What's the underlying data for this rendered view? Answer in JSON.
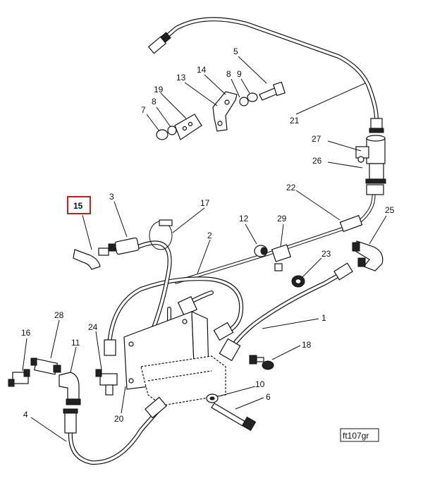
{
  "diagram": {
    "code": "ft107gr",
    "highlight_label": "15",
    "callouts": [
      {
        "id": "c5",
        "label": "5"
      },
      {
        "id": "c14",
        "label": "14"
      },
      {
        "id": "c8a",
        "label": "8"
      },
      {
        "id": "c9",
        "label": "9"
      },
      {
        "id": "c13",
        "label": "13"
      },
      {
        "id": "c19",
        "label": "19"
      },
      {
        "id": "c8b",
        "label": "8"
      },
      {
        "id": "c7",
        "label": "7"
      },
      {
        "id": "c21",
        "label": "21"
      },
      {
        "id": "c27",
        "label": "27"
      },
      {
        "id": "c26",
        "label": "26"
      },
      {
        "id": "c22",
        "label": "22"
      },
      {
        "id": "c15",
        "label": "15"
      },
      {
        "id": "c3",
        "label": "3"
      },
      {
        "id": "c17",
        "label": "17"
      },
      {
        "id": "c12",
        "label": "12"
      },
      {
        "id": "c29",
        "label": "29"
      },
      {
        "id": "c25",
        "label": "25"
      },
      {
        "id": "c2",
        "label": "2"
      },
      {
        "id": "c23",
        "label": "23"
      },
      {
        "id": "c1",
        "label": "1"
      },
      {
        "id": "c28",
        "label": "28"
      },
      {
        "id": "c16",
        "label": "16"
      },
      {
        "id": "c11",
        "label": "11"
      },
      {
        "id": "c24",
        "label": "24"
      },
      {
        "id": "c18",
        "label": "18"
      },
      {
        "id": "c10",
        "label": "10"
      },
      {
        "id": "c6",
        "label": "6"
      },
      {
        "id": "c20",
        "label": "20"
      },
      {
        "id": "c4",
        "label": "4"
      }
    ]
  }
}
